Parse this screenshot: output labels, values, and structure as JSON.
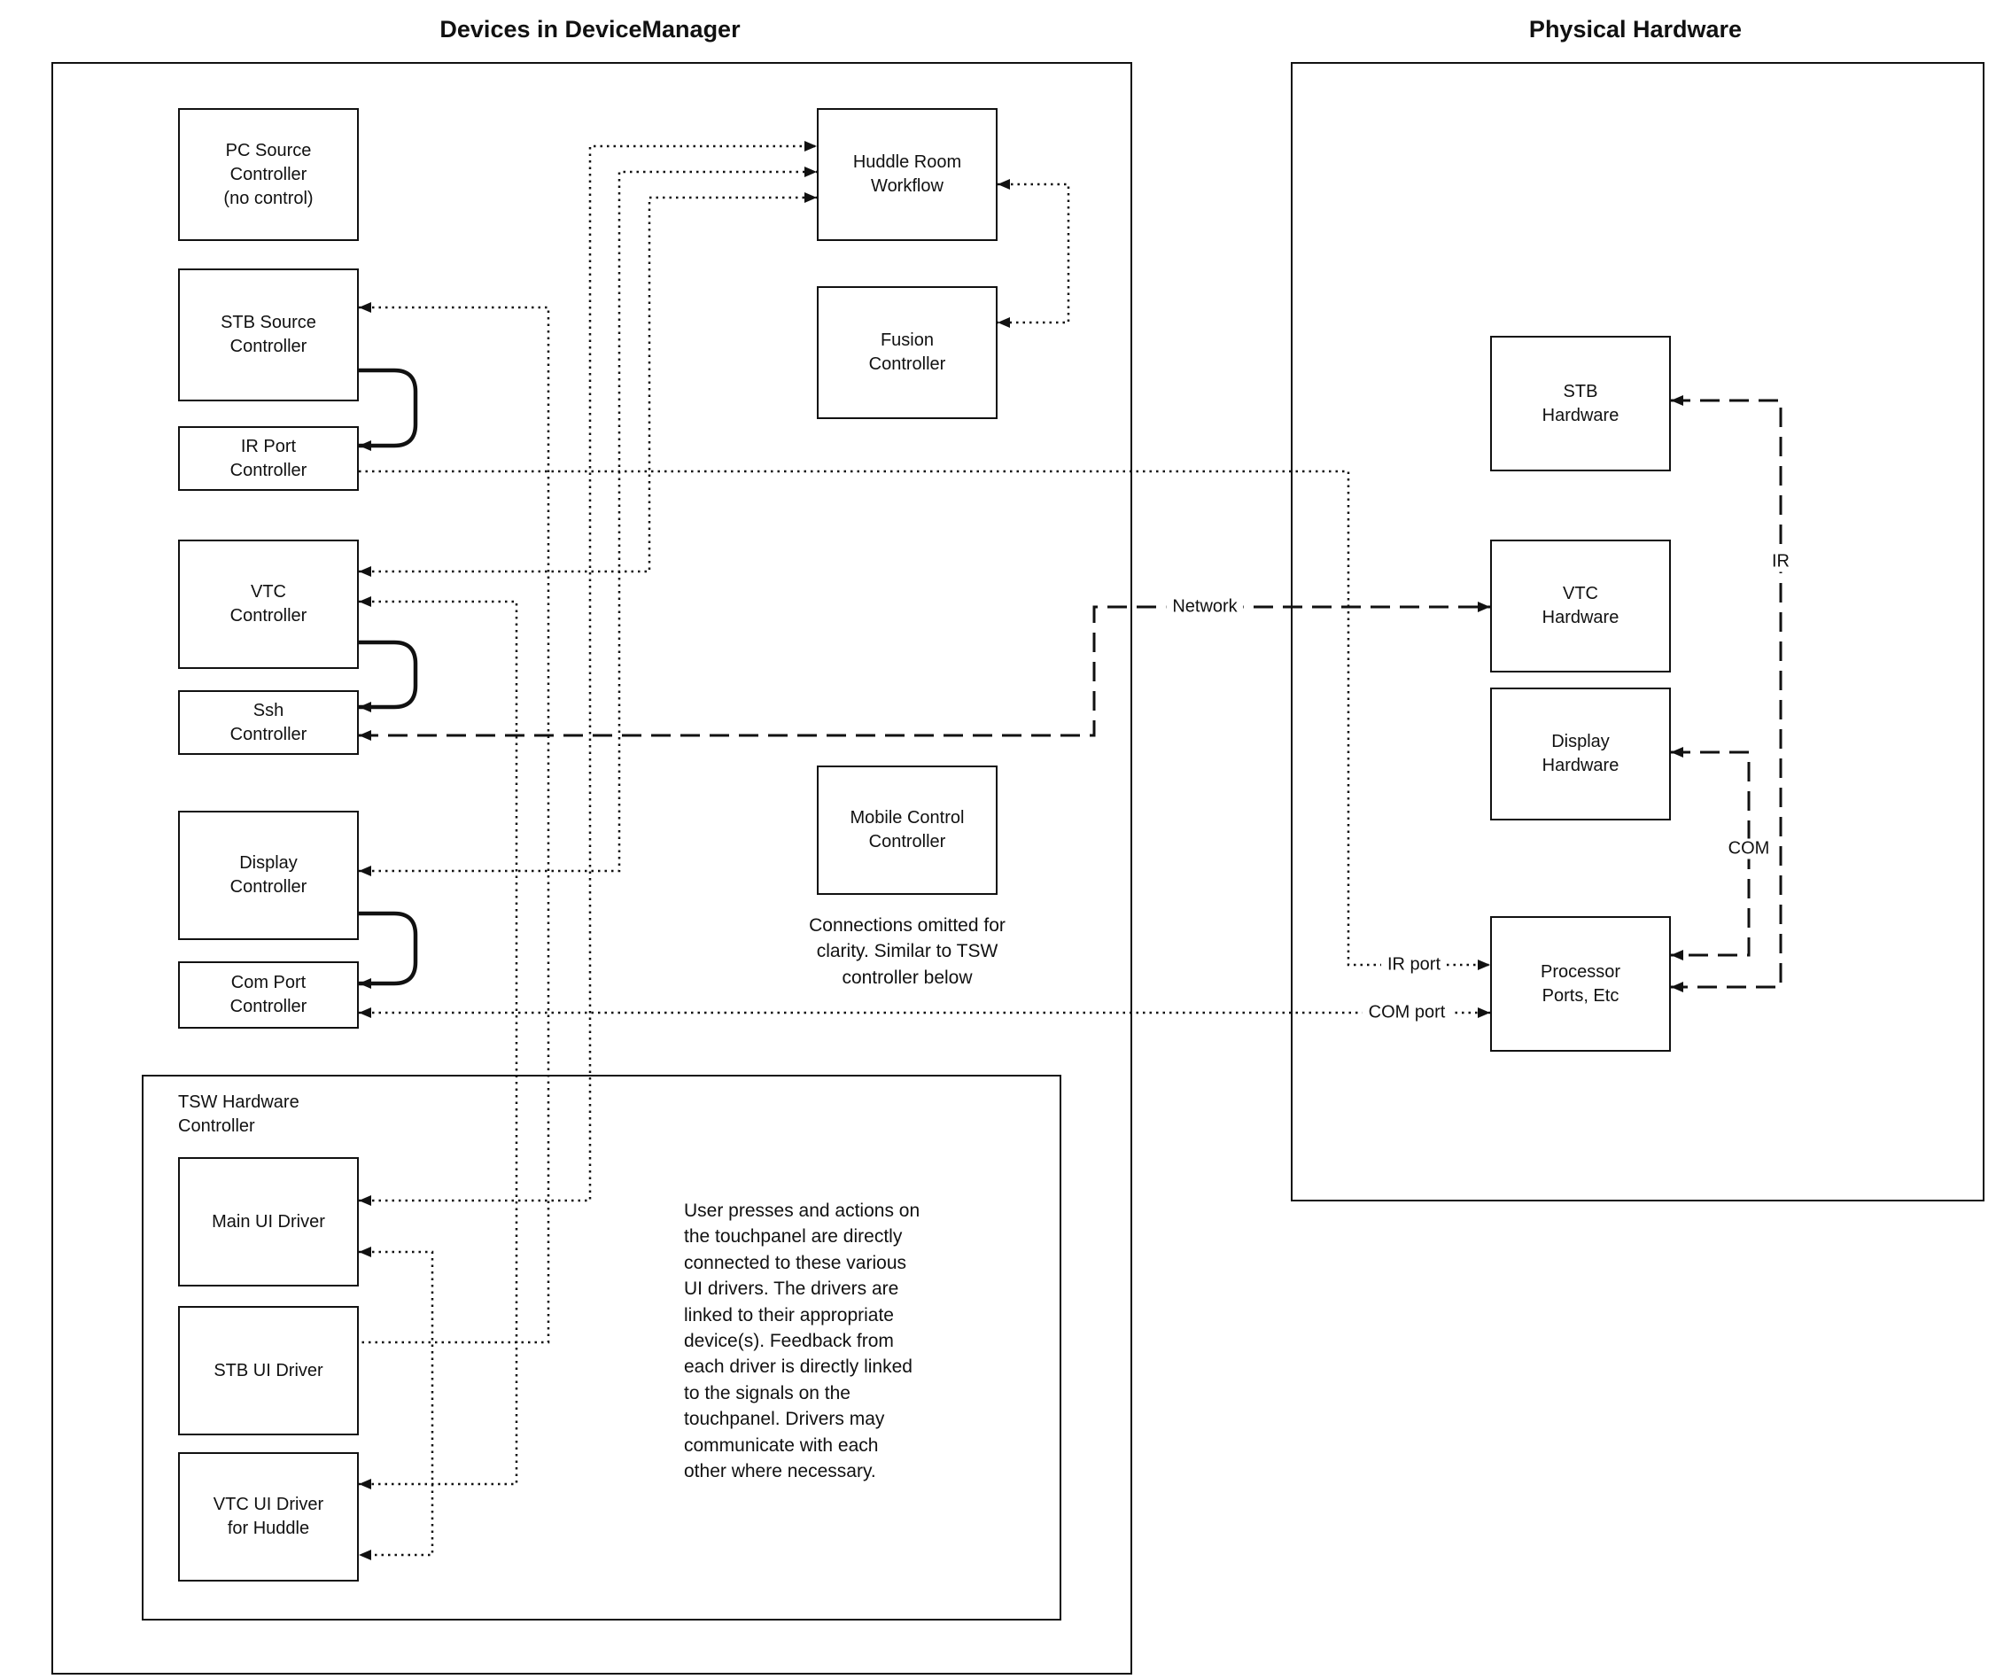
{
  "left_container": {
    "title": "Devices in DeviceManager"
  },
  "right_container": {
    "title": "Physical Hardware"
  },
  "nodes": {
    "pc_source": {
      "label": "PC Source\nController\n(no control)"
    },
    "stb_source": {
      "label": "STB Source\nController"
    },
    "ir_port": {
      "label": "IR Port\nController"
    },
    "vtc": {
      "label": "VTC\nController"
    },
    "ssh": {
      "label": "Ssh\nController"
    },
    "display": {
      "label": "Display\nController"
    },
    "com_port": {
      "label": "Com Port\nController"
    },
    "huddle": {
      "label": "Huddle Room\nWorkflow"
    },
    "fusion": {
      "label": "Fusion\nController"
    },
    "mobile": {
      "label": "Mobile Control\nController"
    },
    "tsw": {
      "label": "TSW Hardware\nController"
    },
    "main_ui": {
      "label": "Main UI Driver"
    },
    "stb_ui": {
      "label": "STB UI Driver"
    },
    "vtc_ui": {
      "label": "VTC UI Driver\nfor Huddle"
    },
    "stb_hw": {
      "label": "STB\nHardware"
    },
    "vtc_hw": {
      "label": "VTC\nHardware"
    },
    "display_hw": {
      "label": "Display\nHardware"
    },
    "processor": {
      "label": "Processor\nPorts, Etc"
    }
  },
  "edge_labels": {
    "network": "Network",
    "ir": "IR",
    "com": "COM",
    "ir_port": "IR port",
    "com_port": "COM port"
  },
  "notes": {
    "mobile_note": "Connections omitted for\nclarity. Similar to TSW\ncontroller below",
    "tsw_note": "User presses and actions on\nthe touchpanel are directly\nconnected to these various\nUI drivers.  The drivers are\nlinked to their appropriate\ndevice(s). Feedback from\neach driver is directly linked\nto the signals on the\ntouchpanel. Drivers may\ncommunicate with each\nother where necessary."
  },
  "edges": [
    {
      "from": "Huddle Room Workflow",
      "to": "Fusion Controller",
      "style": "dotted",
      "arrows": "both"
    },
    {
      "from": "Main UI Driver",
      "to": "Huddle Room Workflow",
      "style": "dotted",
      "arrows": "both"
    },
    {
      "from": "Display Controller",
      "to": "Huddle Room Workflow",
      "style": "dotted",
      "arrows": "both"
    },
    {
      "from": "VTC Controller",
      "to": "Huddle Room Workflow",
      "style": "dotted",
      "arrows": "both"
    },
    {
      "from": "VTC UI Driver for Huddle",
      "to": "VTC Controller",
      "style": "dotted",
      "arrows": "both"
    },
    {
      "from": "STB UI Driver",
      "to": "STB Source Controller",
      "style": "dotted",
      "arrows": "to"
    },
    {
      "from": "Main UI Driver",
      "to": "VTC UI Driver for Huddle",
      "style": "dotted",
      "arrows": "both"
    },
    {
      "from": "IR Port Controller",
      "to": "Processor Ports, Etc",
      "style": "dotted",
      "label": "IR port",
      "arrows": "to"
    },
    {
      "from": "Com Port Controller",
      "to": "Processor Ports, Etc",
      "style": "dotted",
      "label": "COM port",
      "arrows": "both"
    },
    {
      "from": "Ssh Controller",
      "to": "VTC Hardware",
      "style": "dashed",
      "label": "Network",
      "arrows": "both"
    },
    {
      "from": "Processor Ports, Etc",
      "to": "STB Hardware",
      "style": "dashed",
      "label": "IR",
      "arrows": "both"
    },
    {
      "from": "Processor Ports, Etc",
      "to": "Display Hardware",
      "style": "dashed",
      "label": "COM",
      "arrows": "both"
    },
    {
      "from": "STB Source Controller",
      "to": "IR Port Controller",
      "style": "solid",
      "arrows": "to"
    },
    {
      "from": "VTC Controller",
      "to": "Ssh Controller",
      "style": "solid",
      "arrows": "to"
    },
    {
      "from": "Display Controller",
      "to": "Com Port Controller",
      "style": "solid",
      "arrows": "to"
    }
  ]
}
